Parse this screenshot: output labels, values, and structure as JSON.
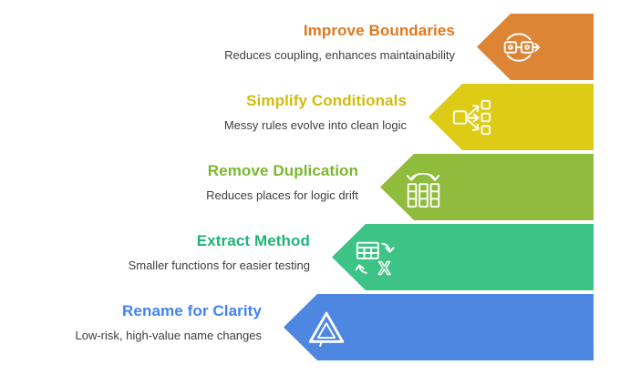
{
  "diagram": {
    "background_color": "#FFFFFF",
    "subtitle_color": "#3E3E3E",
    "icon_stroke_color": "#FFFFFF",
    "rows": [
      {
        "title": "Improve Boundaries",
        "subtitle": "Reduces coupling, enhances maintainability",
        "banner_color": "#DD8534",
        "title_color": "#E0781F",
        "icon": "boundaries-cycle-icon"
      },
      {
        "title": "Simplify Conditionals",
        "subtitle": "Messy rules evolve into clean logic",
        "banner_color": "#DECB16",
        "title_color": "#D2BB0E",
        "icon": "branch-fanout-icon"
      },
      {
        "title": "Remove Duplication",
        "subtitle": "Reduces places for logic drift",
        "banner_color": "#8FBC3C",
        "title_color": "#79B82E",
        "icon": "merge-columns-icon"
      },
      {
        "title": "Extract Method",
        "subtitle": "Smaller functions for easier testing",
        "banner_color": "#3DC385",
        "title_color": "#1FB377",
        "icon": "table-convert-icon"
      },
      {
        "title": "Rename for Clarity",
        "subtitle": "Low-risk, high-value name changes",
        "banner_color": "#4E87E2",
        "title_color": "#4183F0",
        "icon": "rename-loop-icon"
      }
    ]
  }
}
